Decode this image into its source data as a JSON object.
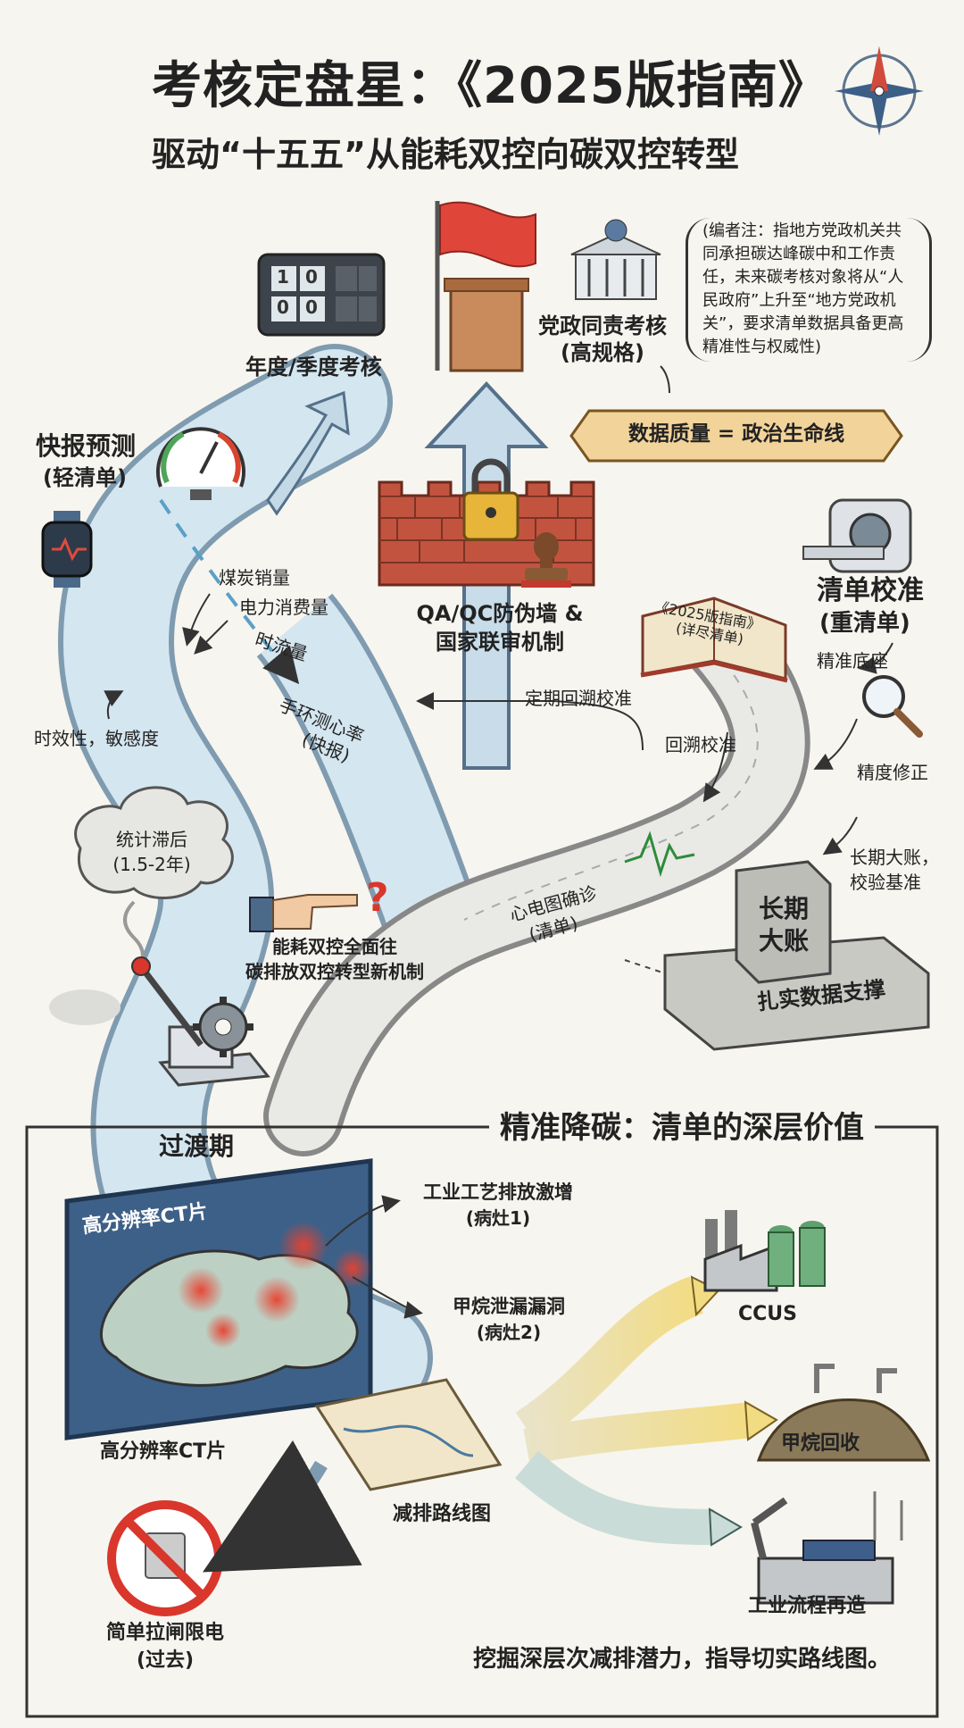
{
  "header": {
    "title": "考核定盘星：《2025版指南》",
    "subtitle": "驱动“十五五”从能耗双控向碳双控转型"
  },
  "top": {
    "scoreboard_label": "年度/季度考核",
    "scoreboard_digits": [
      "1",
      "0",
      "0",
      "0"
    ],
    "flag_label_line1": "党政同责考核",
    "flag_label_line2": "(高规格)",
    "editor_note": "(编者注：指地方党政机关共同承担碳达峰碳中和工作责任，未来碳考核对象将从“人民政府”上升至“地方党政机关”，要求清单数据具备更高精准性与权威性)",
    "banner": "数据质量 = 政治生命线"
  },
  "left_path": {
    "title_line1": "快报预测",
    "title_line2": "(轻清单)",
    "coal_label": "煤炭销量",
    "power_label": "电力消费量",
    "flow_label": "时流量",
    "heart_line1": "手环测心率",
    "heart_line2": "(快报)",
    "timeliness": "时效性，敏感度",
    "lag_line1": "统计滞后",
    "lag_line2": "(1.5-2年)"
  },
  "center": {
    "wall_line1": "QA/QC防伪墙 &",
    "wall_line2": "国家联审机制",
    "calibrate_periodic": "定期回溯校准",
    "transition_line1": "能耗双控全面往",
    "transition_line2": "碳排放双控转型新机制",
    "transition_period": "过渡期"
  },
  "right_path": {
    "title_line1": "清单校准",
    "title_line2": "(重清单)",
    "book_line1": "《2025版指南》",
    "book_line2": "(详尽清单)",
    "precise_base": "精准底座",
    "back_calibrate": "回溯校准",
    "precision_fix": "精度修正",
    "ledger_note_line1": "长期大账，",
    "ledger_note_line2": "校验基准",
    "ecg_line1": "心电图确诊",
    "ecg_line2": "(清单)",
    "stone_line1": "长期",
    "stone_line2": "大账",
    "stone_base": "扎实数据支撑"
  },
  "bottom": {
    "section_title": "精准降碳：清单的深层价值",
    "ct_panel_title": "高分辨率CT片",
    "ct_caption": "高分辨率CT片",
    "hotspot1_line1": "工业工艺排放激增",
    "hotspot1_line2": "(病灶1)",
    "hotspot2_line1": "甲烷泄漏漏洞",
    "hotspot2_line2": "(病灶2)",
    "roadmap": "减排路线图",
    "ccus": "CCUS",
    "methane": "甲烷回收",
    "industry": "工业流程再造",
    "power_cut_line1": "简单拉闸限电",
    "power_cut_line2": "(过去)",
    "footer": "挖掘深层次减排潜力，指导切实路线图。"
  },
  "colors": {
    "brick": "#c2543f",
    "road_left": "#cfe3ee",
    "road_right": "#e4e4e4",
    "flag": "#e0453a",
    "banner": "#f2d49b",
    "heat": "#e8412f",
    "prohibit": "#d9362c"
  },
  "icons": [
    "compass-icon",
    "scoreboard-icon",
    "flag-icon",
    "government-building-icon",
    "gauge-icon",
    "smartwatch-icon",
    "padlock-icon",
    "stamp-icon",
    "ct-scanner-icon",
    "magnifier-icon",
    "book-icon",
    "pointing-hand-icon",
    "lever-icon",
    "gear-icon",
    "factory-icon",
    "biogas-icon",
    "robot-arm-icon",
    "prohibited-icon",
    "scroll-icon"
  ]
}
